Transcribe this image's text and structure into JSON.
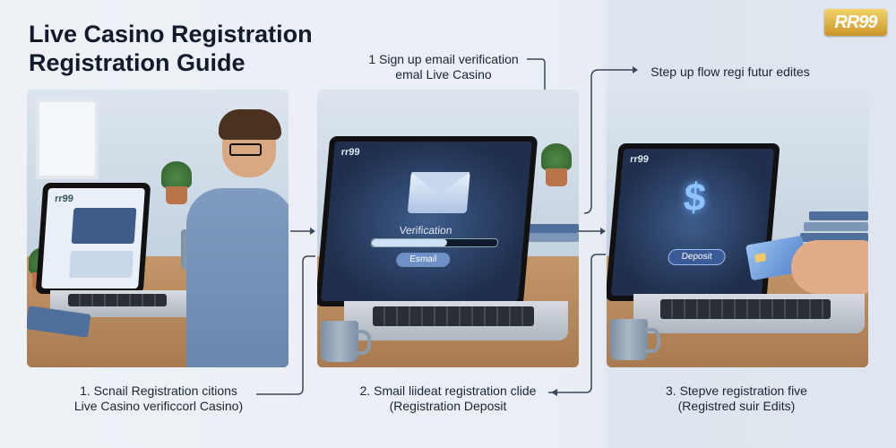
{
  "title": {
    "line1": "Live Casino Registration",
    "line2": "Registration Guide"
  },
  "logo": "RR99",
  "top_labels": [
    {
      "line1": "1  Sign up email verification",
      "line2": "emal Live Casino"
    },
    {
      "line1": "Step up flow regi futur edites",
      "line2": ""
    }
  ],
  "panels": [
    {
      "screen_brand": "rr99"
    },
    {
      "screen_brand": "rr99",
      "verification_label": "Verification",
      "button_label": "Esmail",
      "icon": "envelope-icon"
    },
    {
      "screen_brand": "rr99",
      "button_label": "Deposit",
      "icon": "dollar-icon"
    }
  ],
  "captions": [
    {
      "line1": "1. Scnail Registration citions",
      "line2": "Live Casino verificcorl Casino)"
    },
    {
      "line1": "2. Smail liideat registration clide",
      "line2": "(Registration Deposit"
    },
    {
      "line1": "3. Stepve registration five",
      "line2": "(Registred suir Edits)"
    }
  ],
  "colors": {
    "accent": "#6f8fc7",
    "title": "#121a2b",
    "arrow": "#3a4658"
  },
  "verification_progress": 0.6
}
